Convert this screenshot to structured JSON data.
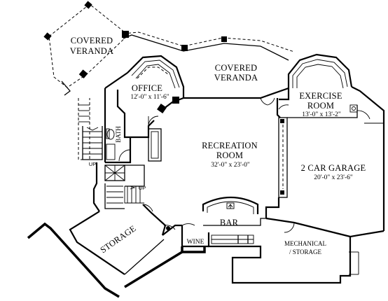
{
  "rooms": {
    "covered_veranda_left": {
      "line1": "COVERED",
      "line2": "VERANDA"
    },
    "covered_veranda_top": {
      "line1": "COVERED",
      "line2": "VERANDA"
    },
    "office": {
      "name": "OFFICE",
      "dims": "12'-0\" x 11'-6\""
    },
    "exercise_room": {
      "line1": "EXERCISE",
      "line2": "ROOM",
      "dims": "13'-0\" x 13'-2\""
    },
    "bath": {
      "name": "BATH"
    },
    "recreation_room": {
      "line1": "RECREATION",
      "line2": "ROOM",
      "dims": "32'-0\" x 23'-0\""
    },
    "garage": {
      "name": "2 CAR GARAGE",
      "dims": "20'-0\" x 23'-6\""
    },
    "bar": {
      "name": "BAR"
    },
    "wine": {
      "name": "WINE"
    },
    "storage": {
      "name": "STORAGE"
    },
    "mechanical": {
      "line1": "MECHANICAL",
      "line2": "/ STORAGE"
    }
  },
  "stairs": {
    "up_label_1": "UP",
    "up_label_2": "UP"
  }
}
